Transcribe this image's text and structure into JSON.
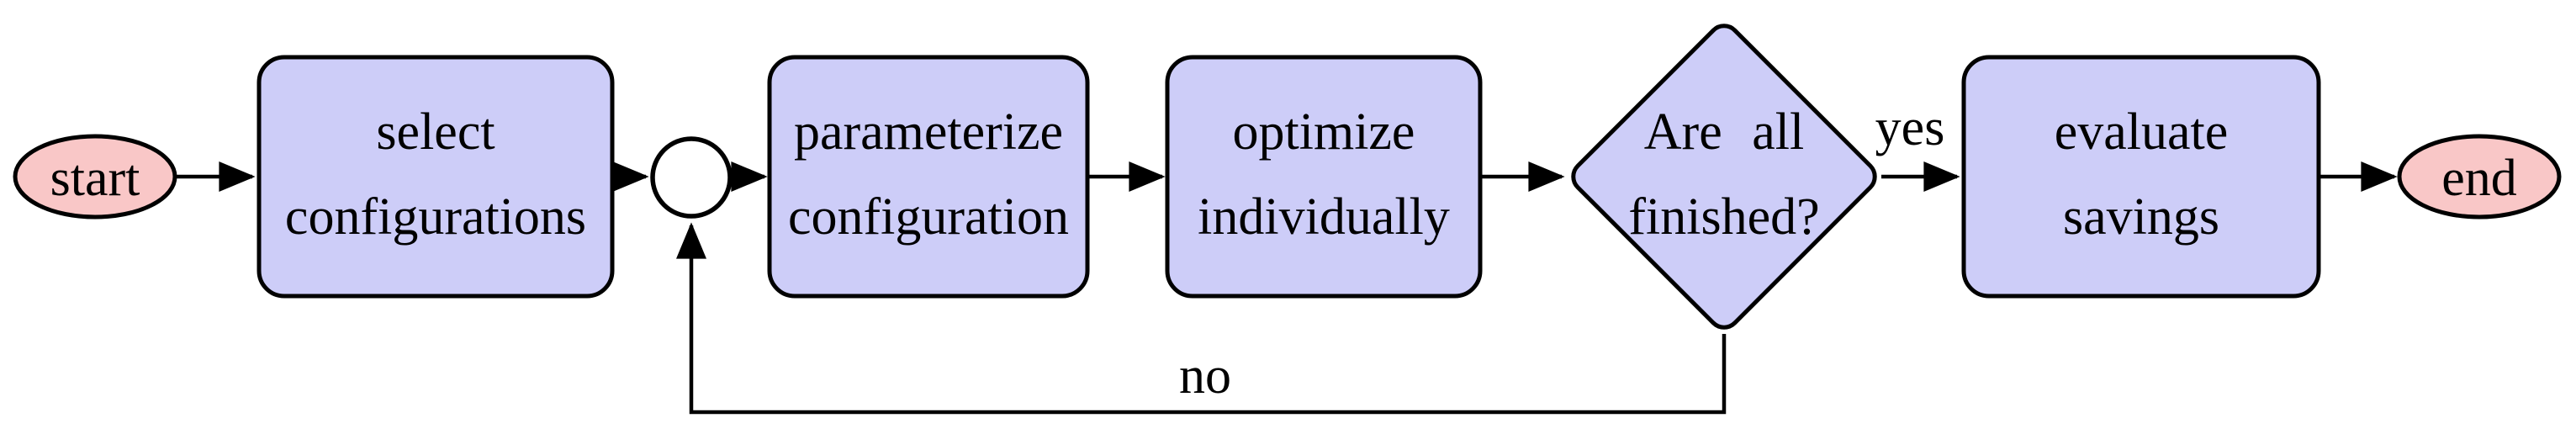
{
  "diagram": {
    "type": "flowchart",
    "background": "#ffffff",
    "colors": {
      "process_fill": "#cdcdf8",
      "terminal_fill": "#f9c7c7",
      "junction_fill": "#ffffff",
      "stroke": "#000000",
      "text": "#000000"
    },
    "nodes": {
      "start": {
        "shape": "ellipse",
        "label": "start"
      },
      "select": {
        "shape": "rounded-rect",
        "lines": [
          "select",
          "configurations"
        ]
      },
      "junction": {
        "shape": "circle",
        "label": ""
      },
      "parameterize": {
        "shape": "rounded-rect",
        "lines": [
          "parameterize",
          "configuration"
        ]
      },
      "optimize": {
        "shape": "rounded-rect",
        "lines": [
          "optimize",
          "individually"
        ]
      },
      "decision": {
        "shape": "diamond",
        "lines": [
          "Are all",
          "finished?"
        ]
      },
      "evaluate": {
        "shape": "rounded-rect",
        "lines": [
          "evaluate",
          "savings"
        ]
      },
      "end": {
        "shape": "ellipse",
        "label": "end"
      }
    },
    "edges": [
      {
        "from": "start",
        "to": "select"
      },
      {
        "from": "select",
        "to": "junction"
      },
      {
        "from": "junction",
        "to": "parameterize"
      },
      {
        "from": "parameterize",
        "to": "optimize"
      },
      {
        "from": "optimize",
        "to": "decision"
      },
      {
        "from": "decision",
        "to": "evaluate",
        "label": "yes"
      },
      {
        "from": "evaluate",
        "to": "end"
      },
      {
        "from": "decision",
        "to": "junction",
        "label": "no"
      }
    ]
  }
}
